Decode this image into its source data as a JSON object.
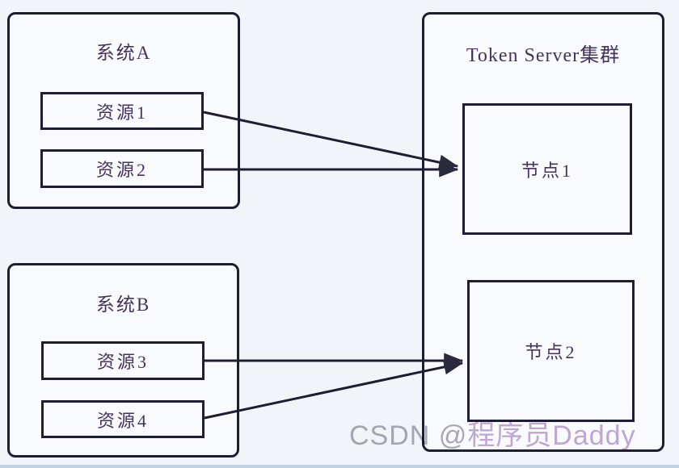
{
  "diagram": {
    "systems": [
      {
        "label": "系统A",
        "resources": [
          {
            "label": "资源1"
          },
          {
            "label": "资源2"
          }
        ]
      },
      {
        "label": "系统B",
        "resources": [
          {
            "label": "资源3"
          },
          {
            "label": "资源4"
          }
        ]
      }
    ],
    "cluster": {
      "label": "Token Server集群",
      "nodes": [
        {
          "label": "节点1"
        },
        {
          "label": "节点2"
        }
      ]
    },
    "connections": [
      {
        "from": "资源1",
        "to": "节点1"
      },
      {
        "from": "资源2",
        "to": "节点1"
      },
      {
        "from": "资源3",
        "to": "节点2"
      },
      {
        "from": "资源4",
        "to": "节点2"
      }
    ]
  },
  "watermark": {
    "prefix": "CSDN @",
    "author": "程序员Daddy"
  },
  "colors": {
    "background": "#f1f5f9",
    "box_border": "#1d1d33",
    "box_fill": "#f8fafd",
    "label_text": "#453260",
    "arrow": "#1e1e33",
    "watermark_prefix": "#aeabb7",
    "watermark_author": "#c4abd3",
    "bottom_strip": "#c2d1e1"
  }
}
